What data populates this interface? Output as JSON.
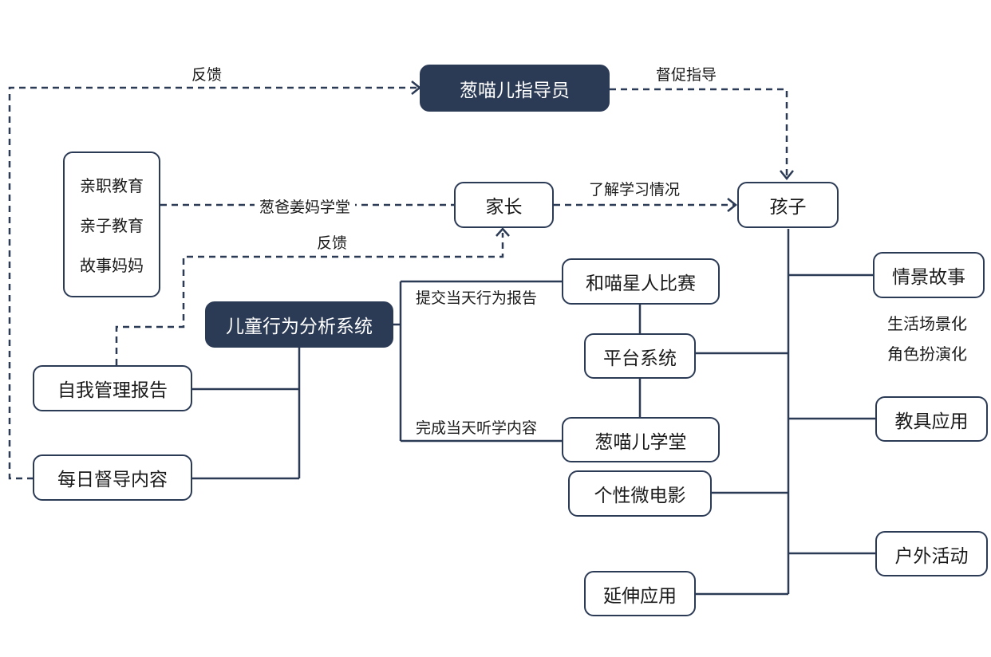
{
  "nodes": {
    "supervisor": "葱喵儿指导员",
    "parent": "家长",
    "child": "孩子",
    "parent_edu": [
      "亲职教育",
      "亲子教育",
      "故事妈妈"
    ],
    "behavior_system": "儿童行为分析系统",
    "self_report": "自我管理报告",
    "daily_content": "每日督导内容",
    "contest": "和喵星人比赛",
    "platform": "平台系统",
    "academy": "葱喵儿学堂",
    "micro_movie": "个性微电影",
    "extension": "延伸应用",
    "scene_story": "情景故事",
    "toy_app": "教具应用",
    "outdoor": "户外活动"
  },
  "labels": {
    "feedback_top": "反馈",
    "supervise": "督促指导",
    "parent_school": "葱爸姜妈学堂",
    "know_learning": "了解学习情况",
    "feedback_mid": "反馈",
    "submit_report": "提交当天行为报告",
    "finish_content": "完成当天听学内容",
    "scene_note_1": "生活场景化",
    "scene_note_2": "角色扮演化"
  },
  "colors": {
    "primary": "#2b3a55",
    "text": "#1a1a1a"
  }
}
